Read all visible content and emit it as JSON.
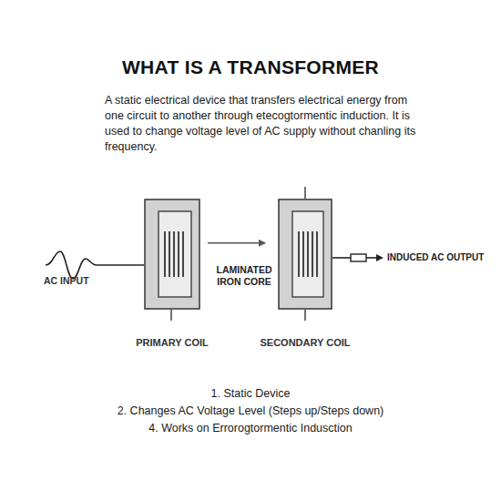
{
  "diagram": {
    "title": "WHAT IS A TRANSFORMER",
    "nodes": [
      {
        "text": [
          "PRIMARY COIL"
        ]
      },
      {
        "text": [
          "SECONDARY COIL"
        ]
      }
    ],
    "edges": [
      {
        "from": 0,
        "to": 1,
        "arrow": "to"
      }
    ],
    "labels": [
      "A static electrical device that transfers electrical energy from one circuit to another through etecogtormentic induction. It is used to change voltage level of AC supply without chanling its frequency.",
      "AC INPUT",
      "LAMINATED IRON CORE",
      "INDUCED AC OUTPUT",
      "1. Static Device",
      "2. Changes AC Voltage Level (Steps up/Steps down)",
      "4. Works on Errorogtormentic Indusction"
    ]
  }
}
